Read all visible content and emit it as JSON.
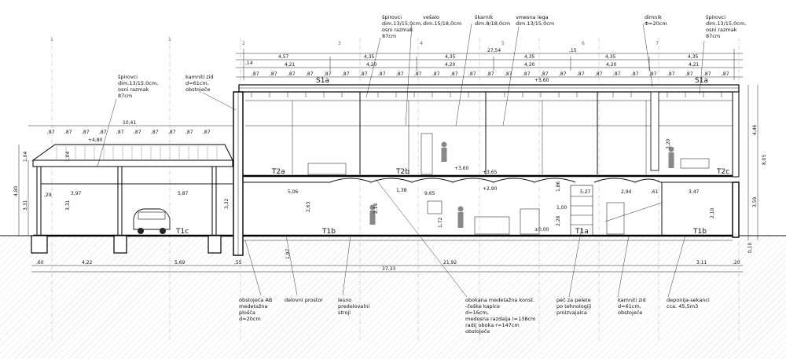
{
  "axes": {
    "left": "1",
    "mid": [
      "1",
      "2",
      "3",
      "4",
      "5",
      "6",
      "7"
    ]
  },
  "dims_top": {
    "total": "27,54",
    "parts": [
      "4,57",
      "4,35",
      "4,35",
      "4,35",
      "4,35",
      "4,35"
    ],
    "parts2": [
      "4,21",
      "4,20",
      "4,20",
      "4,20",
      "4,20",
      "4,21"
    ],
    "rafter_step": ",87",
    "left_total": "10,41",
    "edge": ",14",
    "mid": ",15"
  },
  "dims_bottom": {
    "parts": [
      ",60",
      "4,22",
      "5,69",
      ",55",
      "21,92",
      "3,11",
      ",20"
    ],
    "total": "37,33"
  },
  "dims_right": {
    "outer": "8,05",
    "upper": "4,46",
    "lower": "3,59",
    "base": "0,10"
  },
  "dims_left": {
    "total": "4,80",
    "a": "3,31",
    "b": "1,04",
    "c": "3,31",
    "d": "1,04",
    "e": "3,32"
  },
  "dims_inner": {
    "w1": "3,97",
    "w2": "5,87",
    "w3": "5,06",
    "h1": "2,63",
    "h2": "2,14",
    "h3": "1,72",
    "r1": "1,38",
    "r2": "9,65",
    "s1": "5,27",
    "s2": "2,94",
    "s3": "3,47",
    "s4": "2,10",
    "h4": "3,20",
    "v1": "1,00",
    "v2": "1,86",
    "v3": "2,28",
    "t1": ",29",
    "t2": ",61",
    "t3": "1,97"
  },
  "levels": {
    "roof_peak": "+4,80",
    "roof": "+3,60",
    "floor_upper": "+3,60",
    "l365": "+3,65",
    "l290": "+2,90",
    "zero": "±0,00"
  },
  "rooms": {
    "s1a_left": "S1a",
    "s1a_right": "S1a",
    "t2a": "T2a",
    "t2b": "T2b",
    "t2c": "T2c",
    "t1c": "T1c",
    "t1b_left": "T1b",
    "t1a": "T1a",
    "t1b_right": "T1b"
  },
  "notes_top": {
    "spirovci1": [
      "špirovci",
      "dim.13/15,0cm,",
      "osni razmak",
      "87cm"
    ],
    "vesalo": [
      "vešalo",
      "dim.15/18,0cm"
    ],
    "skarnik": [
      "škarnik",
      "dim.8/18,0cm"
    ],
    "vmesna": [
      "vmesna lega",
      "dim.13/15,0cm"
    ],
    "dimnik": [
      "dimnik",
      "Φ=20cm"
    ],
    "spirovci2": [
      "špirovci",
      "dim.13/15,0cm,",
      "osni razmak",
      "87cm"
    ]
  },
  "notes_left": {
    "spirovci3": [
      "špirovci",
      "dim.13/15,0cm,",
      "osni razmak",
      "87cm"
    ],
    "kamniti1": [
      "kamniti zid",
      "d=61cm,",
      "obstoječe"
    ]
  },
  "notes_bottom": {
    "ab": [
      "obstoječa AB",
      "medetažna",
      "plošča",
      "d=20cm"
    ],
    "delovni": [
      "delovni prostor"
    ],
    "lesno": [
      "lesno",
      "predelovalni",
      "stroji"
    ],
    "obokana": [
      "obokana medetažna konst.",
      "-češke kapice",
      "d=16cm,",
      "medosna razdalja l=138cm",
      "radij oboka r=147cm",
      "obstoječe"
    ],
    "pec": [
      "peč za pelete",
      "po tehnologiji",
      "proizvajalca"
    ],
    "kamniti2": [
      "kamniti zid",
      "d=61cm,",
      "obstoječe"
    ],
    "deponija": [
      "deponija-sekanci",
      "cca. 45,5m3"
    ]
  }
}
